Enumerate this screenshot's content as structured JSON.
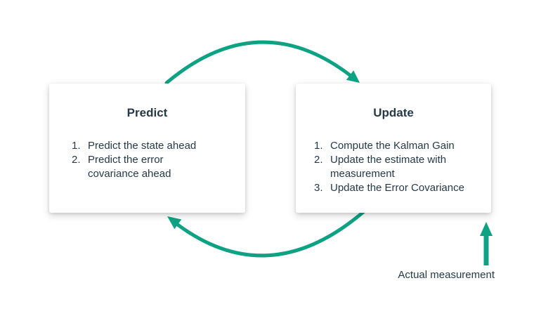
{
  "diagram": {
    "predict_card": {
      "title": "Predict",
      "items": [
        {
          "num": "1.",
          "text": "Predict the state ahead"
        },
        {
          "num": "2.",
          "text": "Predict the error\ncovariance ahead"
        }
      ]
    },
    "update_card": {
      "title": "Update",
      "items": [
        {
          "num": "1.",
          "text": "Compute the Kalman Gain"
        },
        {
          "num": "2.",
          "text": "Update the estimate with\nmeasurement"
        },
        {
          "num": "3.",
          "text": "Update the Error Covariance"
        }
      ]
    },
    "annotation_label": "Actual measurement"
  },
  "colors": {
    "arrow_teal": "#0da283",
    "text_navy": "#263949",
    "card_bg": "#ffffff",
    "page_bg": "#ffffff"
  }
}
